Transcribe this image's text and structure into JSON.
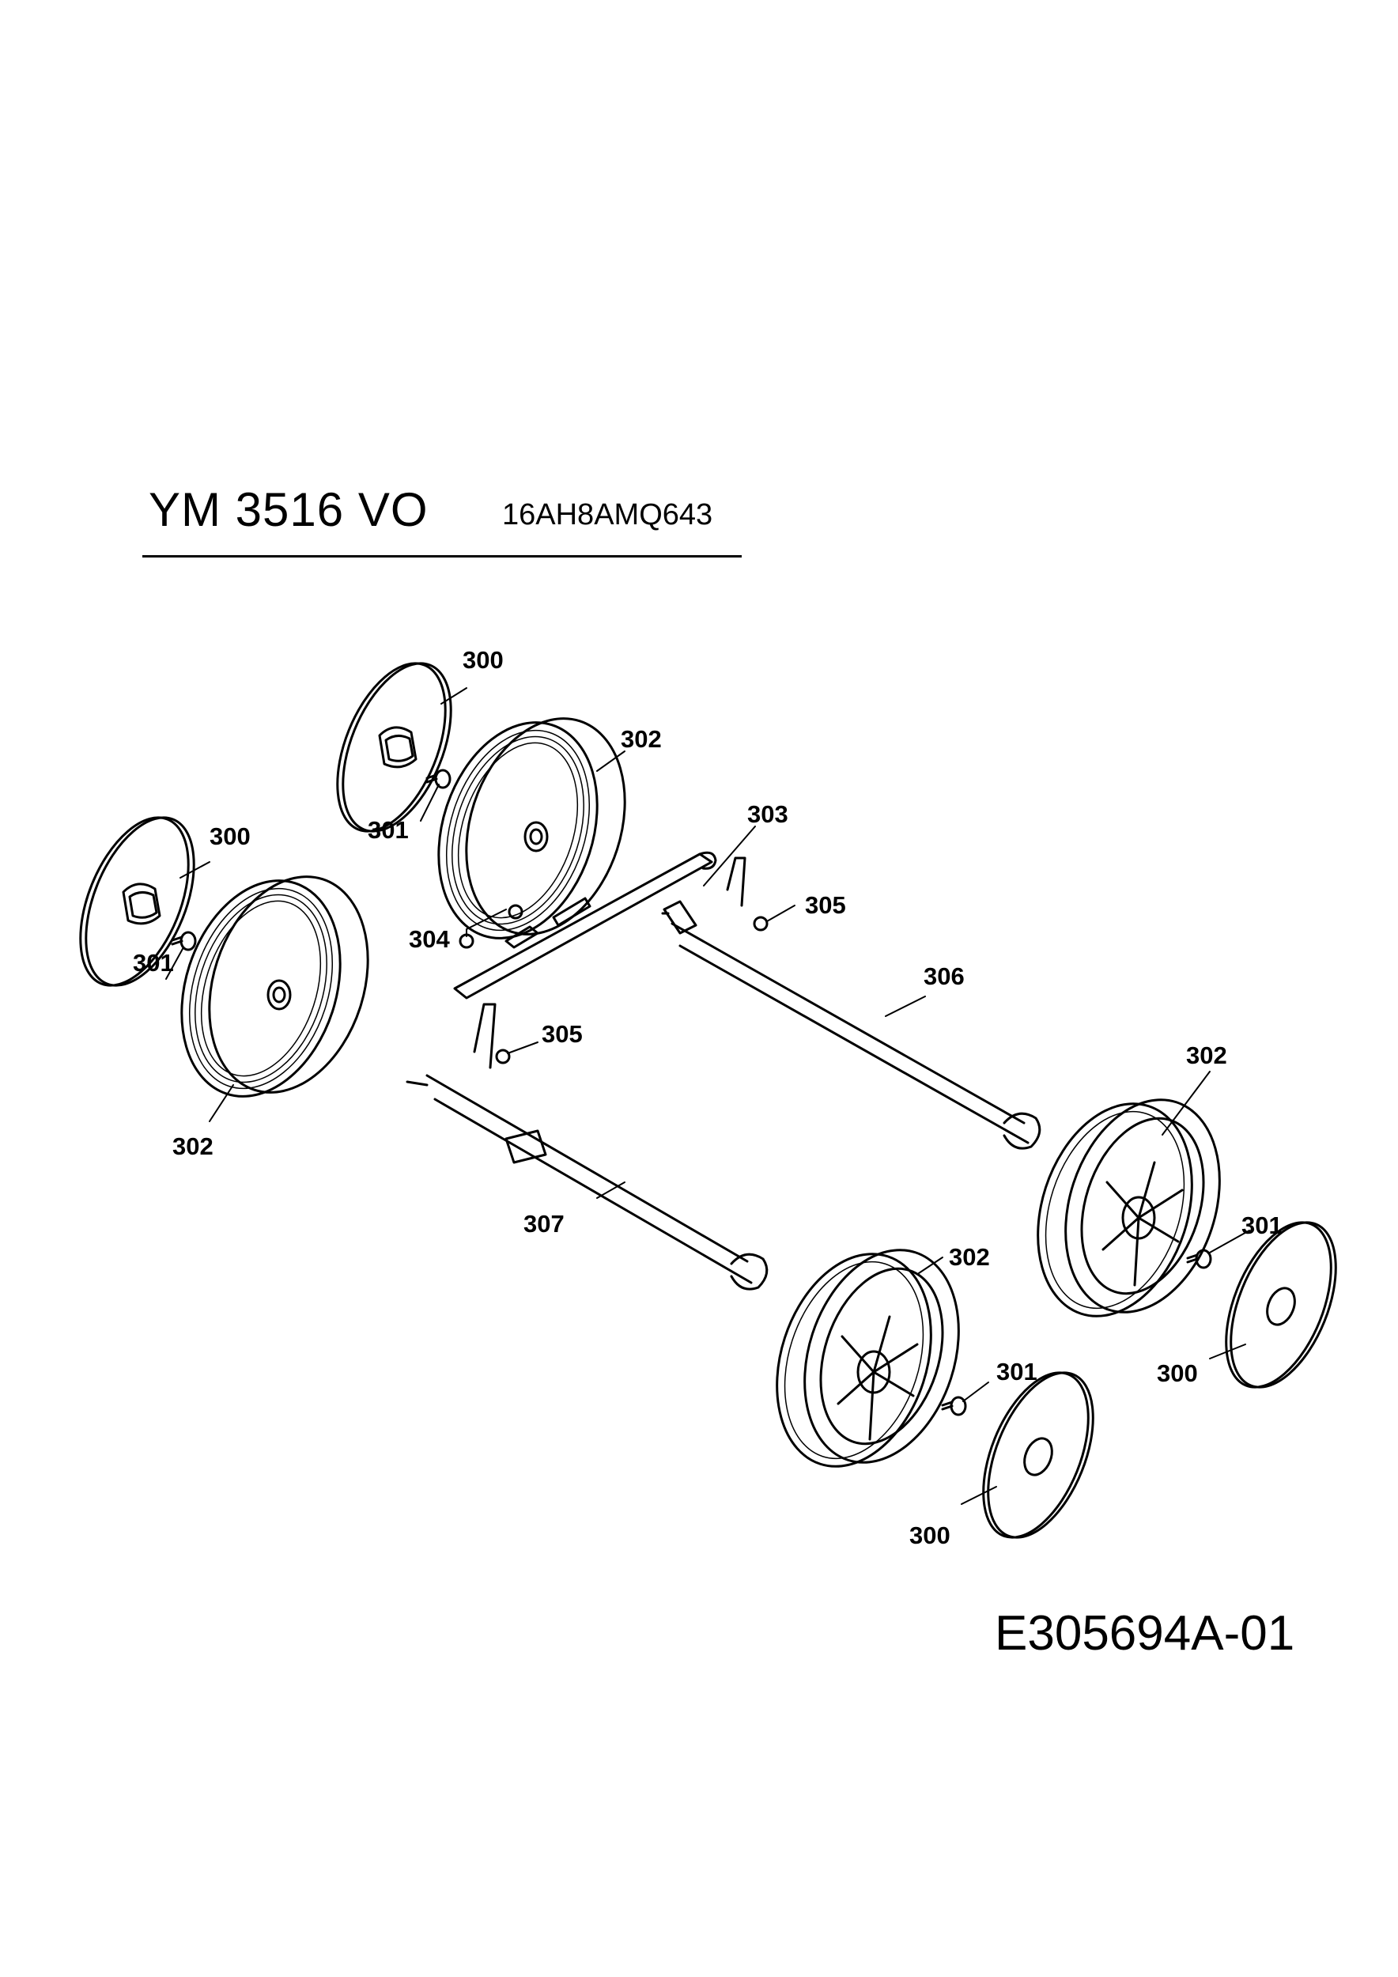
{
  "header": {
    "model_name": "YM 3516 VO",
    "model_number": "16AH8AMQ643"
  },
  "footer": {
    "diagram_id": "E305694A-01"
  },
  "parts": {
    "p300_a": "300",
    "p300_b": "300",
    "p300_c": "300",
    "p300_d": "300",
    "p301_a": "301",
    "p301_b": "301",
    "p301_c": "301",
    "p301_d": "301",
    "p302_a": "302",
    "p302_b": "302",
    "p302_c": "302",
    "p302_d": "302",
    "p303": "303",
    "p304": "304",
    "p305_a": "305",
    "p305_b": "305",
    "p306": "306",
    "p307": "307"
  }
}
